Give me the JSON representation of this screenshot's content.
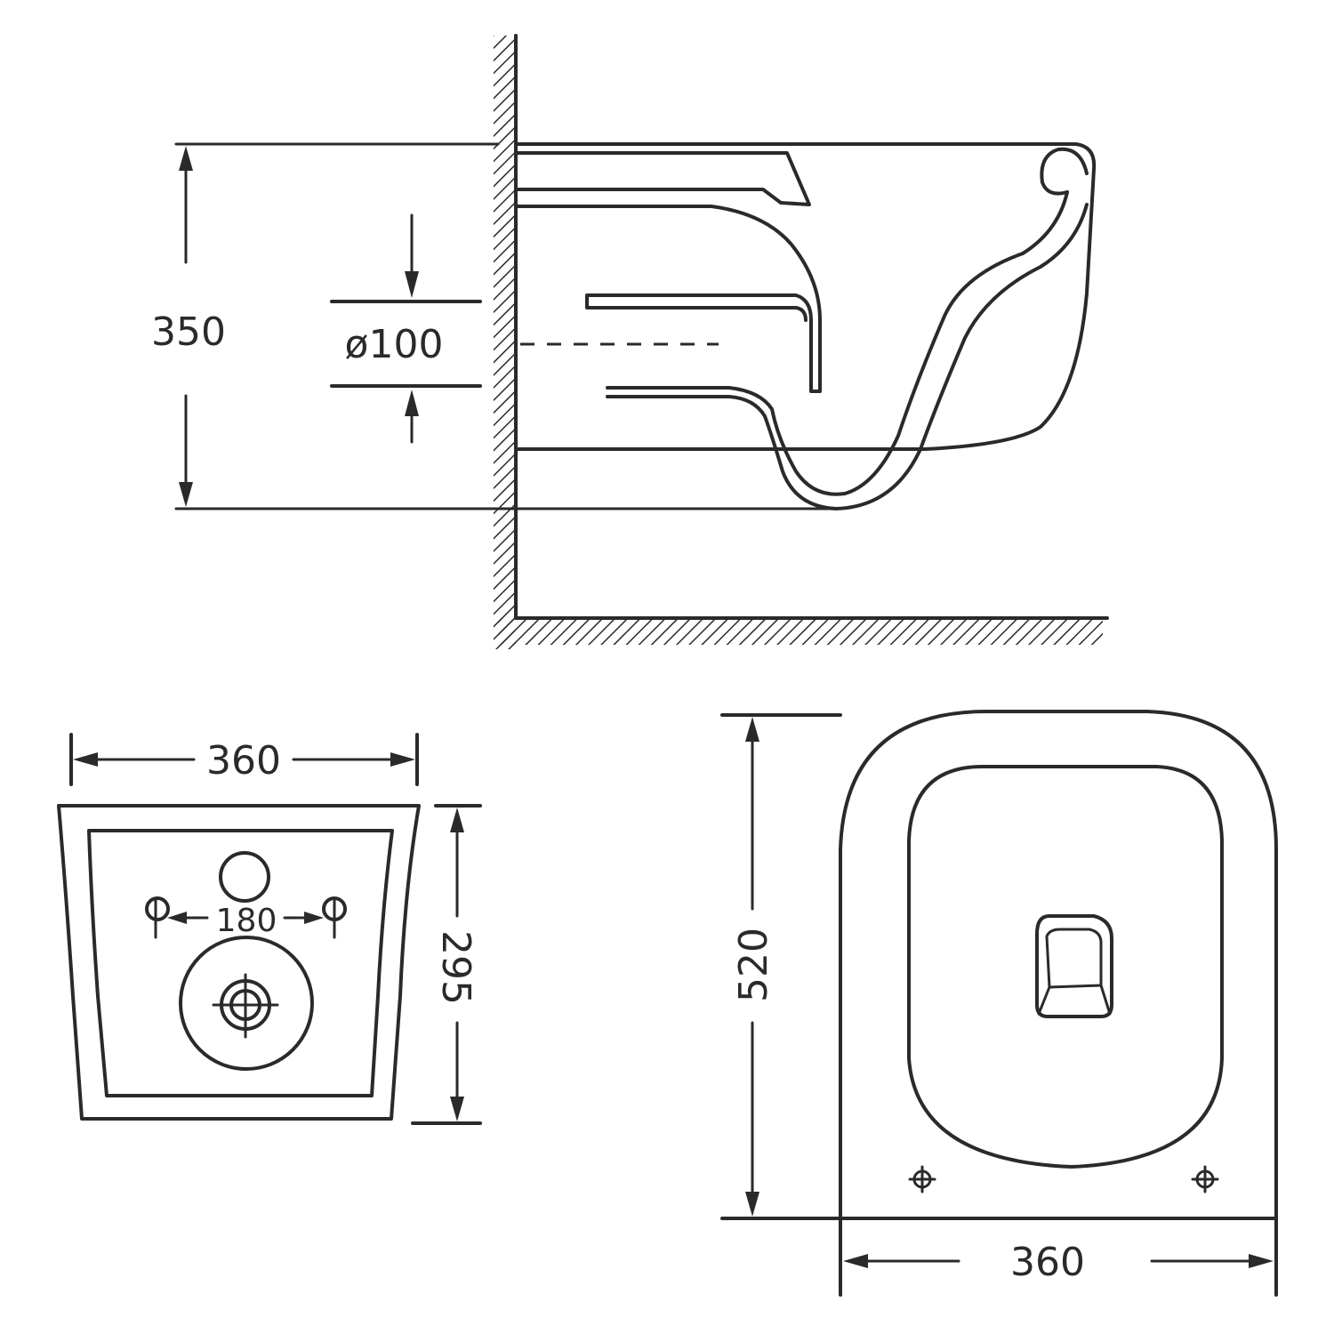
{
  "side_view": {
    "height_label": "350",
    "outlet_label": "ø100"
  },
  "back_view": {
    "width_label": "360",
    "depth_label": "295",
    "bolt_spacing_label": "180"
  },
  "top_view": {
    "length_label": "520",
    "width_label": "360"
  },
  "colors": {
    "line": "#2a2a2a",
    "background": "#ffffff"
  }
}
